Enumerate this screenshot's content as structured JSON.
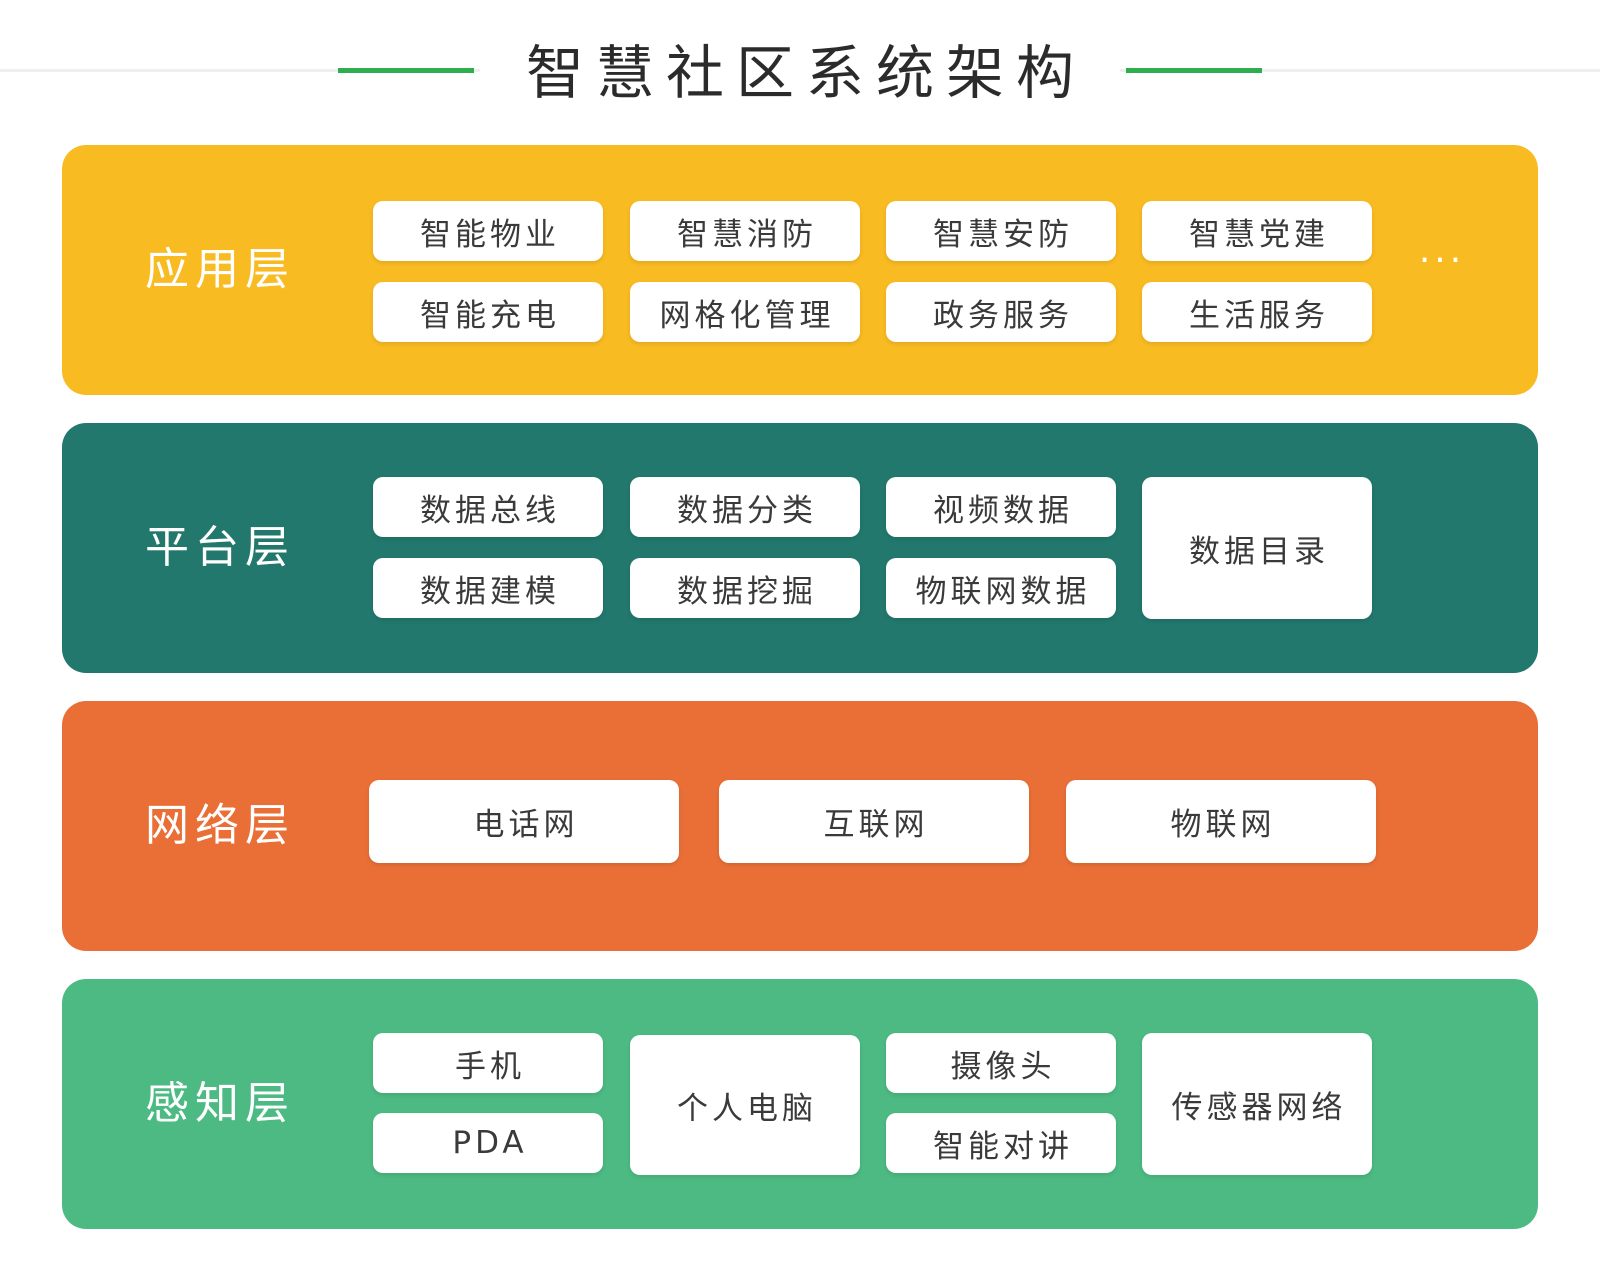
{
  "title": "智慧社区系统架构",
  "colors": {
    "accent_green": "#2eae4e",
    "application_layer": "#f9bb22",
    "platform_layer": "#22786d",
    "network_layer": "#e96f37",
    "perception_layer": "#4cba82"
  },
  "layers": [
    {
      "name": "应用层",
      "items": [
        "智能物业",
        "智慧消防",
        "智慧安防",
        "智慧党建",
        "智能充电",
        "网格化管理",
        "政务服务",
        "生活服务"
      ],
      "more": "···"
    },
    {
      "name": "平台层",
      "items": [
        "数据总线",
        "数据分类",
        "视频数据",
        "数据目录",
        "数据建模",
        "数据挖掘",
        "物联网数据"
      ]
    },
    {
      "name": "网络层",
      "items": [
        "电话网",
        "互联网",
        "物联网"
      ]
    },
    {
      "name": "感知层",
      "items": [
        "手机",
        "PDA",
        "个人电脑",
        "摄像头",
        "智能对讲",
        "传感器网络"
      ]
    }
  ]
}
